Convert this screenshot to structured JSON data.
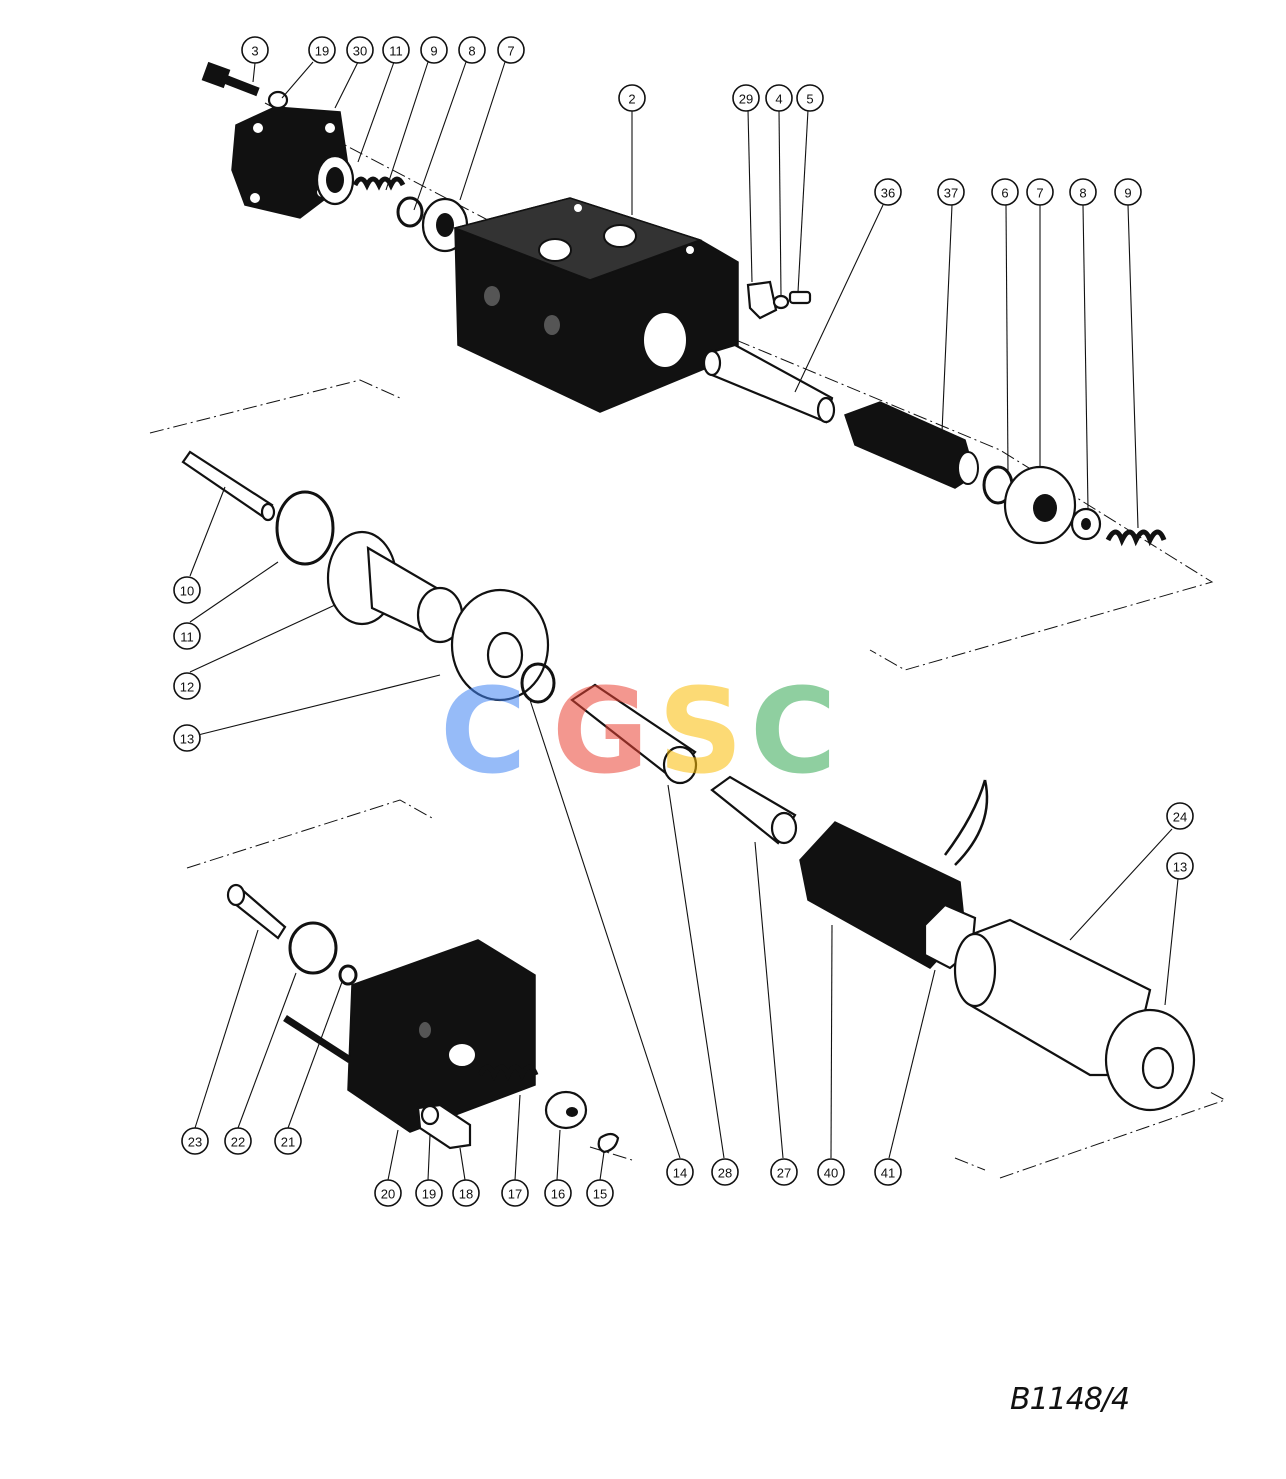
{
  "diagram": {
    "drawing_code": "B1148/4",
    "watermark": {
      "letters": [
        "C",
        "G",
        "S",
        "C"
      ],
      "colors": [
        "#4285F4",
        "#EA4335",
        "#FBBC05",
        "#34A853"
      ]
    },
    "callouts": [
      "3",
      "19",
      "30",
      "11",
      "9",
      "8",
      "7",
      "2",
      "29",
      "4",
      "5",
      "36",
      "37",
      "6",
      "7",
      "8",
      "9",
      "10",
      "11",
      "12",
      "13",
      "14",
      "28",
      "27",
      "40",
      "41",
      "24",
      "13",
      "23",
      "22",
      "21",
      "20",
      "19",
      "18",
      "17",
      "16",
      "15"
    ]
  }
}
